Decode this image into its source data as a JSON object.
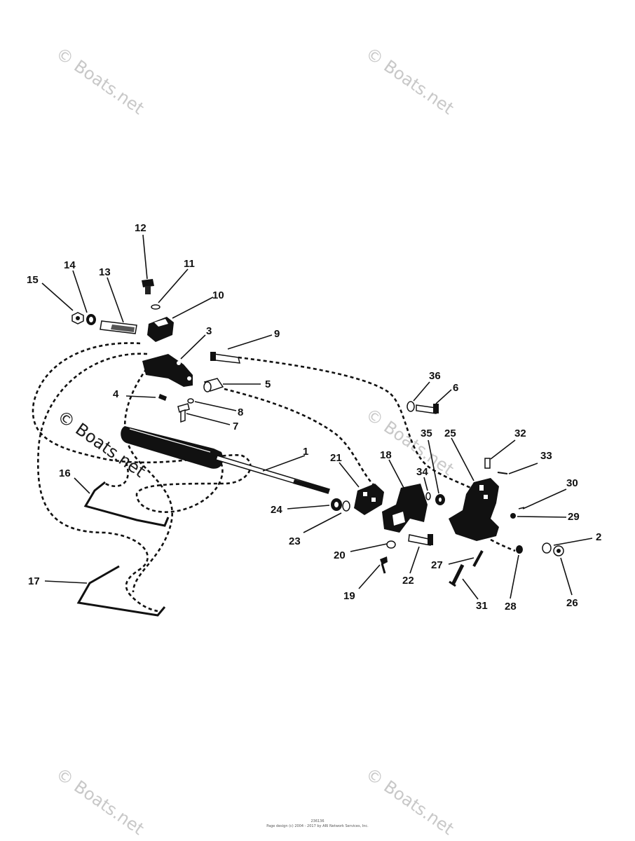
{
  "watermark": "© Boats.net",
  "footer": {
    "code": "236136",
    "copyright": "Page design (c) 2004 - 2017 by ARI Network Services, Inc."
  },
  "callouts": [
    "1",
    "2",
    "3",
    "4",
    "5",
    "6",
    "7",
    "8",
    "9",
    "10",
    "11",
    "12",
    "13",
    "14",
    "15",
    "16",
    "17",
    "18",
    "19",
    "20",
    "21",
    "22",
    "23",
    "24",
    "25",
    "26",
    "27",
    "28",
    "29",
    "30",
    "31",
    "32",
    "33",
    "34",
    "35",
    "36"
  ],
  "colors": {
    "ink": "#111111",
    "watermark": "#c8c8c8",
    "background": "#ffffff"
  }
}
